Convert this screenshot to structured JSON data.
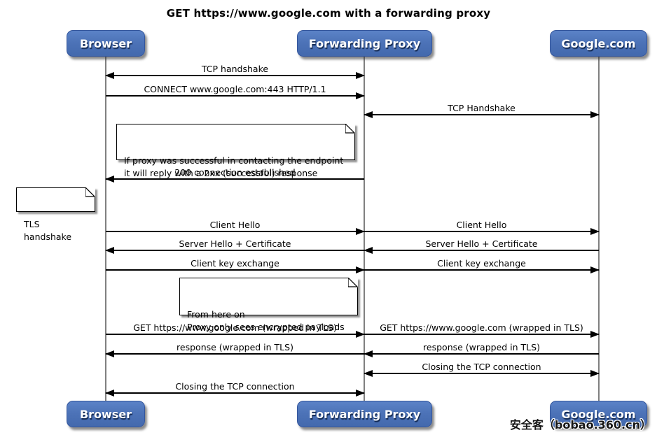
{
  "title": "GET https://www.google.com with a forwarding proxy",
  "actors": [
    {
      "label": "Browser"
    },
    {
      "label": "Forwarding Proxy"
    },
    {
      "label": "Google.com"
    }
  ],
  "messages": [
    {
      "from": "Browser",
      "to": "Forwarding Proxy",
      "direction": "both",
      "label": "TCP handshake"
    },
    {
      "from": "Browser",
      "to": "Forwarding Proxy",
      "direction": "right",
      "label": "CONNECT www.google.com:443 HTTP/1.1"
    },
    {
      "from": "Forwarding Proxy",
      "to": "Google.com",
      "direction": "both",
      "label": "TCP Handshake"
    },
    {
      "from": "Forwarding Proxy",
      "to": "Browser",
      "direction": "left",
      "label": "200 connection established"
    },
    {
      "from": "Browser",
      "to": "Forwarding Proxy",
      "direction": "right",
      "label": "Client Hello"
    },
    {
      "from": "Forwarding Proxy",
      "to": "Google.com",
      "direction": "right",
      "label": "Client Hello"
    },
    {
      "from": "Forwarding Proxy",
      "to": "Browser",
      "direction": "left",
      "label": "Server Hello + Certificate"
    },
    {
      "from": "Google.com",
      "to": "Forwarding Proxy",
      "direction": "left",
      "label": "Server Hello + Certificate"
    },
    {
      "from": "Browser",
      "to": "Forwarding Proxy",
      "direction": "right",
      "label": "Client key exchange"
    },
    {
      "from": "Forwarding Proxy",
      "to": "Google.com",
      "direction": "right",
      "label": "Client key exchange"
    },
    {
      "from": "Browser",
      "to": "Forwarding Proxy",
      "direction": "right",
      "label": "GET https://www.google.com (wrapped in TLS)"
    },
    {
      "from": "Forwarding Proxy",
      "to": "Google.com",
      "direction": "right",
      "label": "GET https://www.google.com (wrapped in TLS)"
    },
    {
      "from": "Forwarding Proxy",
      "to": "Browser",
      "direction": "left",
      "label": "response (wrapped in TLS)"
    },
    {
      "from": "Google.com",
      "to": "Forwarding Proxy",
      "direction": "left",
      "label": "response (wrapped in TLS)"
    },
    {
      "from": "Forwarding Proxy",
      "to": "Google.com",
      "direction": "both",
      "label": "Closing the TCP connection"
    },
    {
      "from": "Browser",
      "to": "Forwarding Proxy",
      "direction": "both",
      "label": "Closing the TCP connection"
    }
  ],
  "notes": [
    {
      "text": "If proxy was successful in contacting the endpoint\nit will reply with a 2xx (successful) response"
    },
    {
      "text": "TLS handshake"
    },
    {
      "text": "From here on\nProxy only sees encrypted payloads"
    }
  ],
  "watermark": "安全客（bobao.360.cn）",
  "colors": {
    "actor_fill": "#4d73b8",
    "actor_border": "#34569c",
    "actor_text": "#ffffff",
    "note_fill": "#ffffff",
    "arrow_line": "#000000",
    "lifeline": "#808080"
  }
}
